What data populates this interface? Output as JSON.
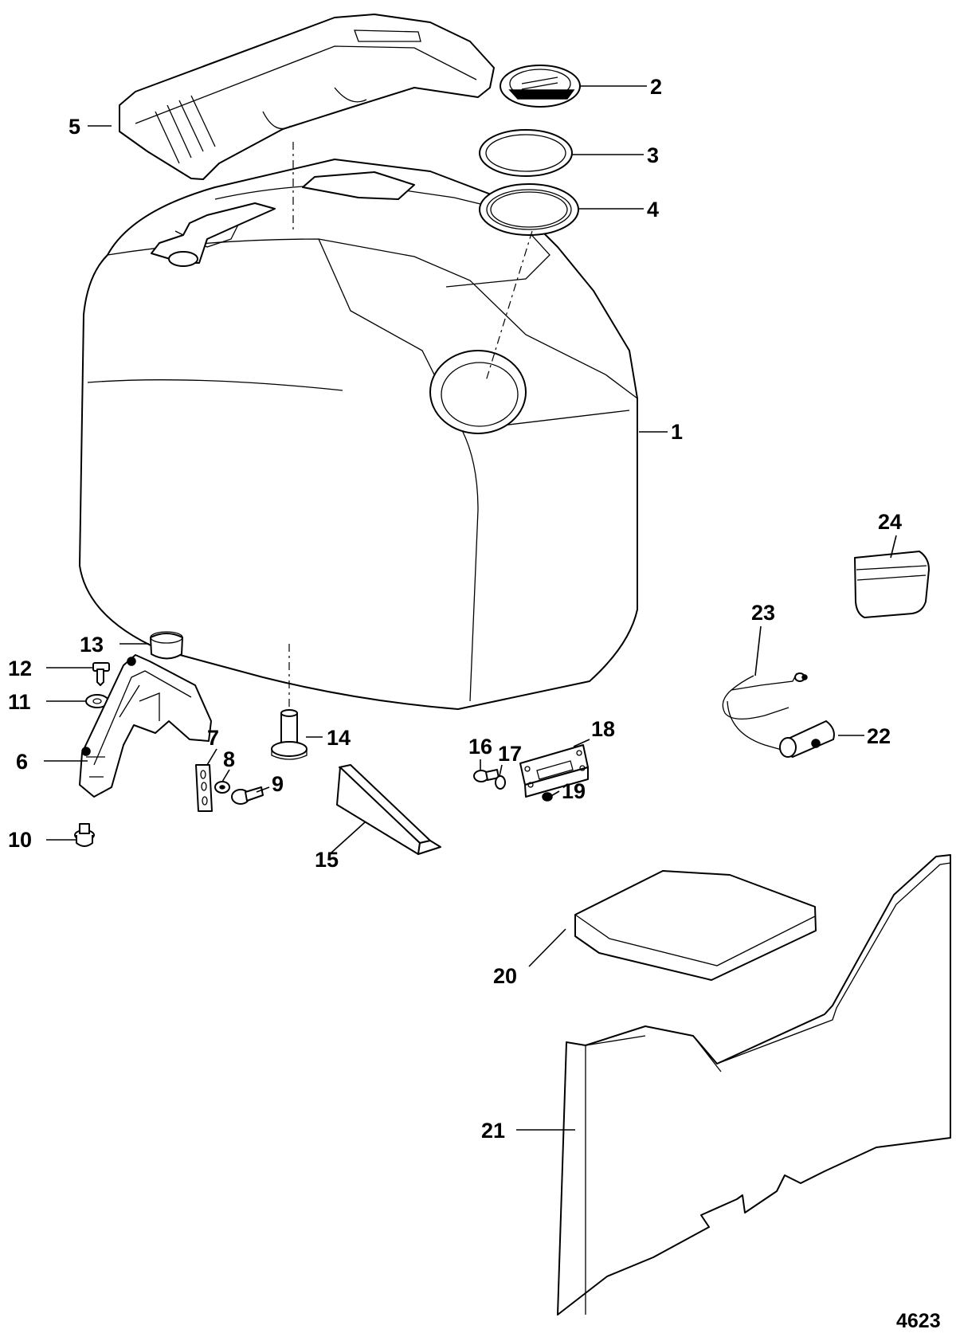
{
  "diagram": {
    "figure_number": "4623",
    "callouts": [
      "1",
      "2",
      "3",
      "4",
      "5",
      "6",
      "7",
      "8",
      "9",
      "10",
      "11",
      "12",
      "13",
      "14",
      "15",
      "16",
      "17",
      "18",
      "19",
      "20",
      "21",
      "22",
      "23",
      "24"
    ]
  }
}
